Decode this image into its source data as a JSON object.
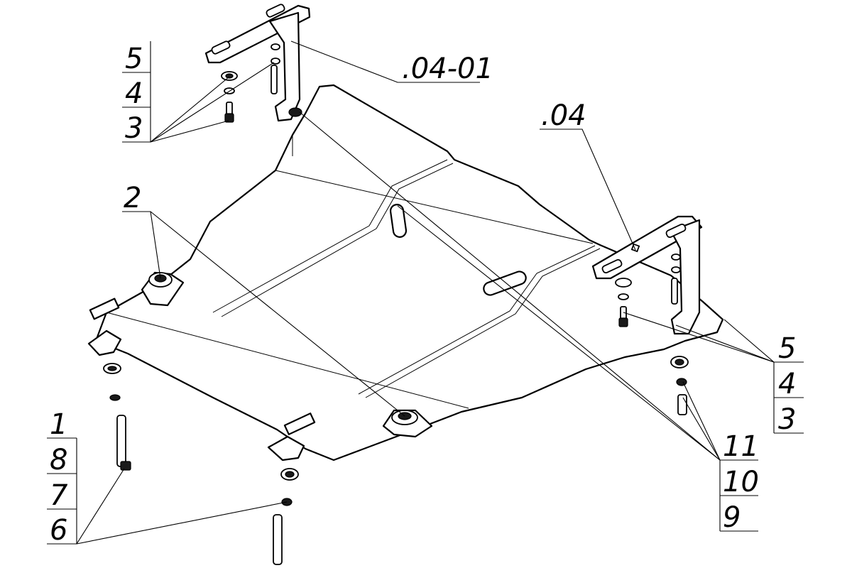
{
  "labels": {
    "part_04_01": ".04-01",
    "part_04": ".04",
    "part_2": "2",
    "stack_left_top": [
      "5",
      "4",
      "3"
    ],
    "stack_right": [
      "5",
      "4",
      "3"
    ],
    "stack_left_bottom": [
      "1",
      "8",
      "7",
      "6"
    ],
    "stack_right_bottom": [
      "11",
      "10",
      "9"
    ]
  }
}
